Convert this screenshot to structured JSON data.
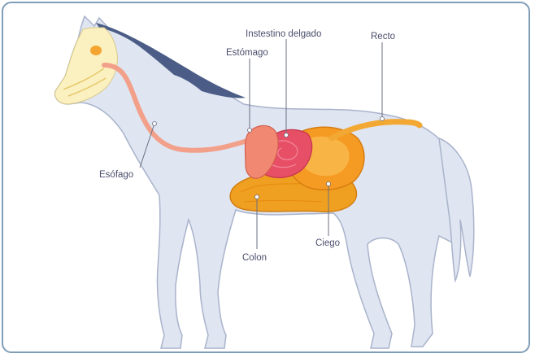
{
  "diagram": {
    "subject": "horse-digestive-system",
    "labels": {
      "esophagus": "Esófago",
      "stomach": "Estómago",
      "small_intestine": "Instestino delgado",
      "rectum": "Recto",
      "colon": "Colon",
      "cecum": "Ciego"
    },
    "colors": {
      "body": "#dfe5f1",
      "outline": "#a9b3cb",
      "mane": "#4b5d86",
      "head": "#fbf1c0",
      "esophagus": "#f2a08a",
      "stomach": "#f26f6f",
      "small_intestine": "#e74f66",
      "colon": "#f0a020",
      "cecum": "#f59a22",
      "rectum": "#f2a832",
      "frame": "#7f9db7"
    }
  }
}
